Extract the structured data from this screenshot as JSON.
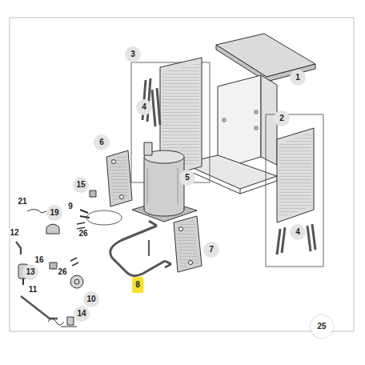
{
  "diagram": {
    "labels": [
      "3",
      "1",
      "2",
      "4",
      "6",
      "5",
      "15",
      "21",
      "19",
      "9",
      "26",
      "12",
      "16",
      "26",
      "4",
      "7",
      "13",
      "8",
      "11",
      "10",
      "14",
      "25"
    ]
  }
}
